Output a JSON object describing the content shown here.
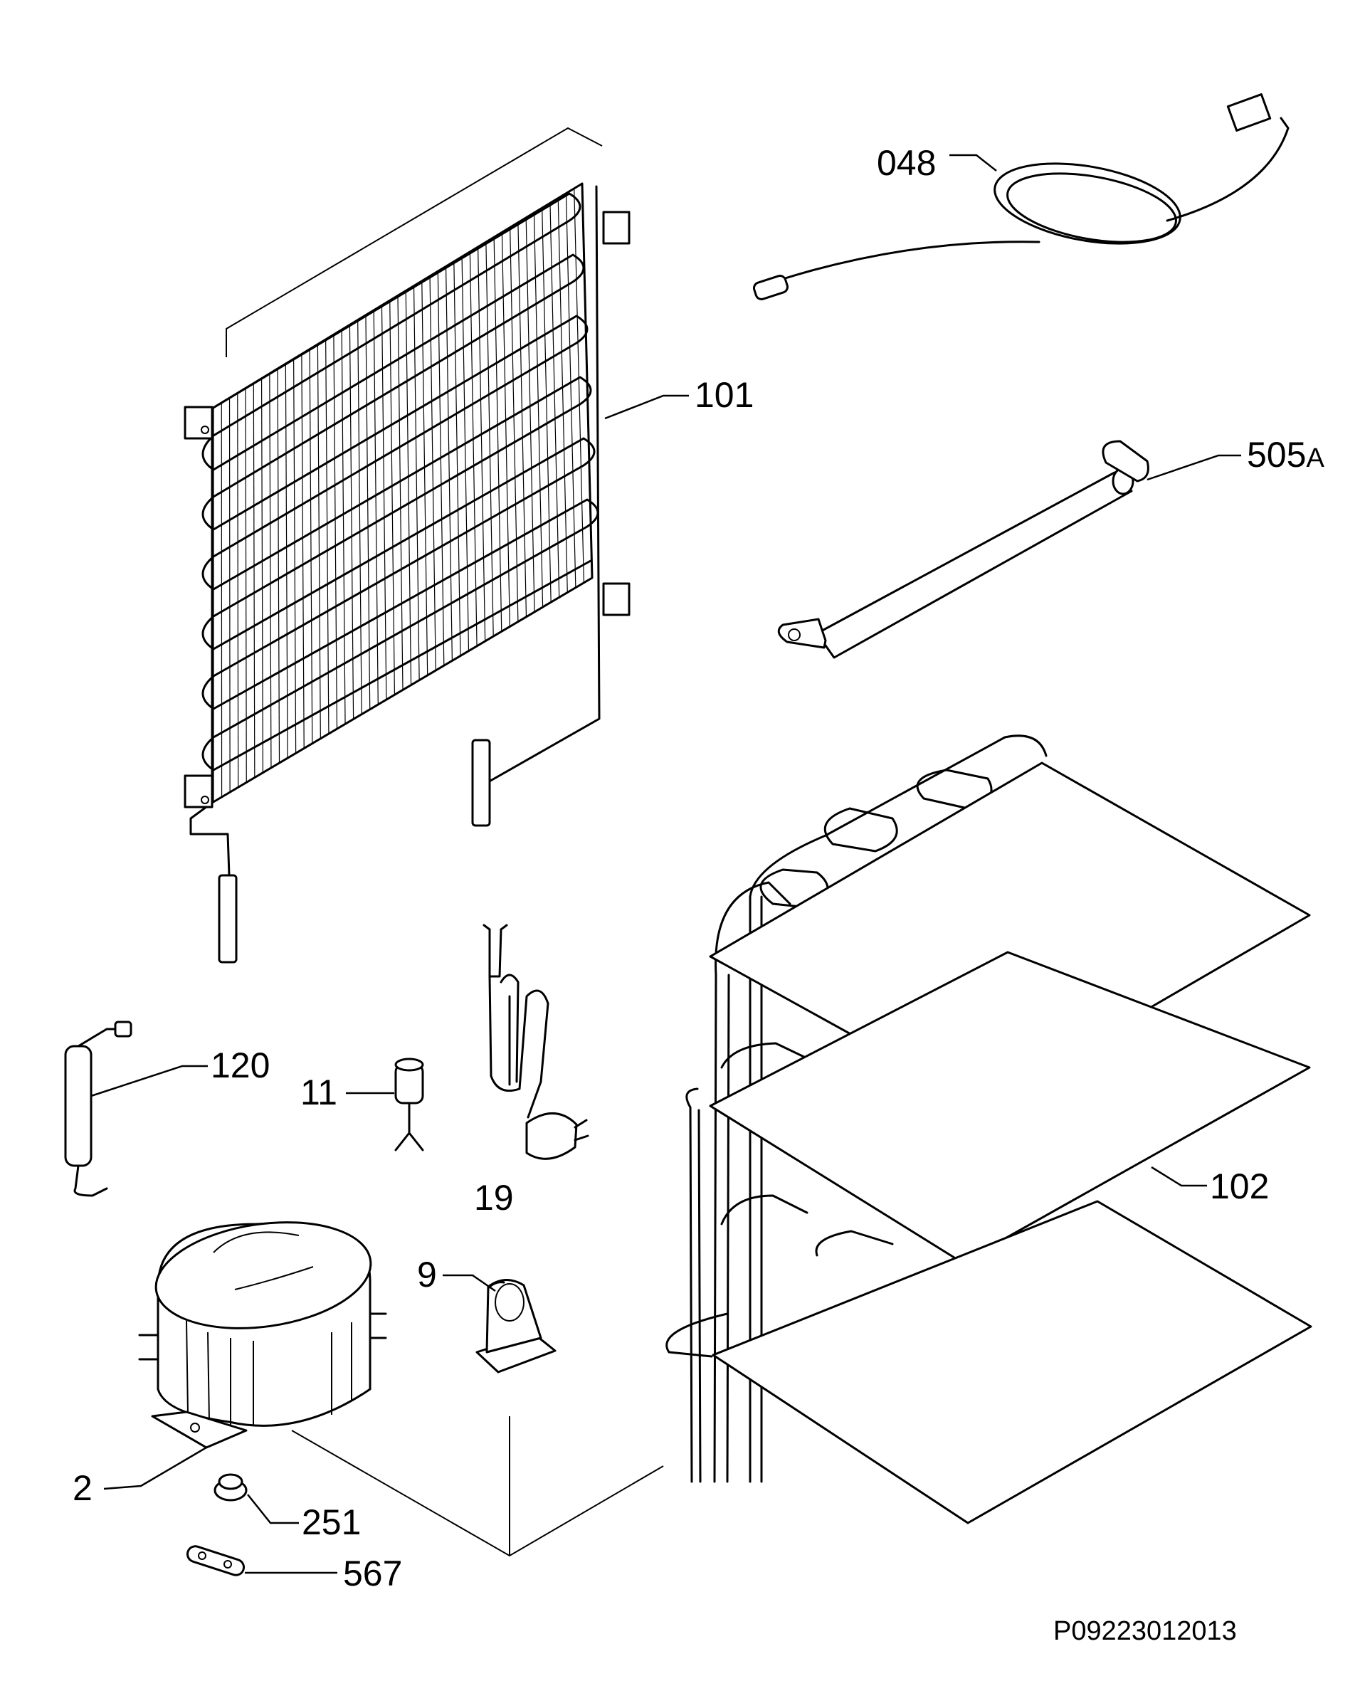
{
  "labels": {
    "p048": "048",
    "p101": "101",
    "p505a": "505",
    "p505a_suffix": "A",
    "p120": "120",
    "p11": "11",
    "p19": "19",
    "p102": "102",
    "p9": "9",
    "p2": "2",
    "p251": "251",
    "p567": "567"
  },
  "drawing_code": "P09223012013"
}
